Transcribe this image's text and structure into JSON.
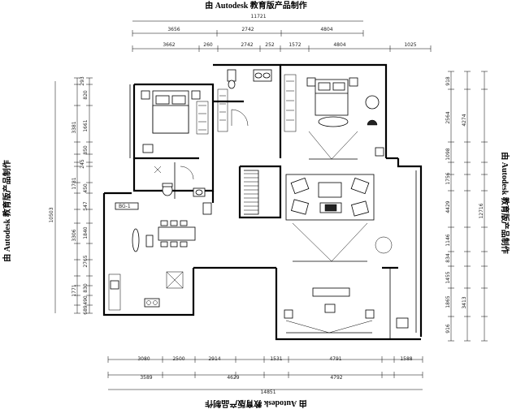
{
  "watermark": "由 Autodesk 教育版产品制作",
  "dimensions": {
    "top_total": "11721",
    "top_row1": [
      "3656",
      "2742",
      "4804"
    ],
    "top_row2": [
      "3662",
      "260",
      "2742",
      "252",
      "1572",
      "4804",
      "1025"
    ],
    "left_total": "10503",
    "left_a": [
      "293",
      "820",
      "3381",
      "1661",
      "850",
      "245",
      "1781",
      "547",
      "450",
      "3306",
      "1840",
      "2765",
      "1771",
      "830",
      "490",
      "689"
    ],
    "right_a": [
      "918",
      "2564",
      "1098",
      "1756",
      "4429",
      "1146",
      "834",
      "1455",
      "1865",
      "916"
    ],
    "right_b": [
      "4274",
      "12716",
      "3413"
    ],
    "bottom_row1": [
      "3080",
      "2500",
      "2914",
      "1531",
      "4791",
      "1588"
    ],
    "bottom_row2": [
      "3589",
      "4629",
      "4792"
    ],
    "bottom_total": "14851"
  },
  "labels": {
    "fridge_tag": "BG-1"
  }
}
